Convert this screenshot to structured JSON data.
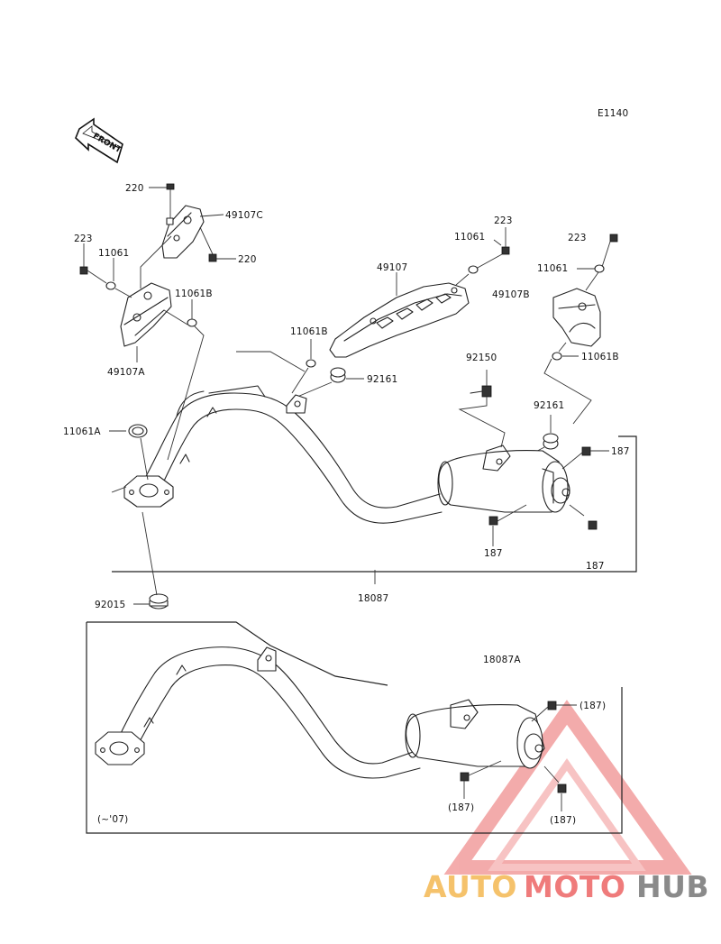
{
  "diagram": {
    "code": "E1140",
    "front_label": "FRONT",
    "variant_label": "(~'07)",
    "part_labels": [
      {
        "id": "p-220-top",
        "text": "220"
      },
      {
        "id": "p-49107c",
        "text": "49107C"
      },
      {
        "id": "p-220-right",
        "text": "220"
      },
      {
        "id": "p-223-left",
        "text": "223"
      },
      {
        "id": "p-11061-left",
        "text": "11061"
      },
      {
        "id": "p-11061b-left",
        "text": "11061B"
      },
      {
        "id": "p-49107a",
        "text": "49107A"
      },
      {
        "id": "p-11061-mid",
        "text": "11061"
      },
      {
        "id": "p-223-mid",
        "text": "223"
      },
      {
        "id": "p-49107",
        "text": "49107"
      },
      {
        "id": "p-223-right",
        "text": "223"
      },
      {
        "id": "p-11061-right",
        "text": "11061"
      },
      {
        "id": "p-49107b",
        "text": "49107B"
      },
      {
        "id": "p-11061b-mid",
        "text": "11061B"
      },
      {
        "id": "p-92161-upper",
        "text": "92161"
      },
      {
        "id": "p-92150",
        "text": "92150"
      },
      {
        "id": "p-11061b-right",
        "text": "11061B"
      },
      {
        "id": "p-11061a",
        "text": "11061A"
      },
      {
        "id": "p-92161-lower",
        "text": "92161"
      },
      {
        "id": "p-187-a",
        "text": "187"
      },
      {
        "id": "p-187-b",
        "text": "187"
      },
      {
        "id": "p-187-c",
        "text": "187"
      },
      {
        "id": "p-92015",
        "text": "92015"
      },
      {
        "id": "p-18087",
        "text": "18087"
      },
      {
        "id": "p-18087a",
        "text": "18087A"
      },
      {
        "id": "p-187-d",
        "text": "(187)"
      },
      {
        "id": "p-187-e",
        "text": "(187)"
      },
      {
        "id": "p-187-f",
        "text": "(187)"
      }
    ]
  },
  "watermark": {
    "parts": [
      "AUTO",
      "MOTO",
      "HUB"
    ],
    "colors": {
      "auto": "#f5c26b",
      "moto": "#ef7b7b",
      "hub": "#8a8a8a",
      "triangle": "#f09090"
    }
  }
}
